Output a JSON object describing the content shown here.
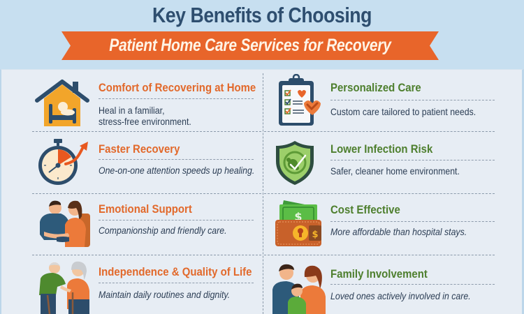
{
  "header": {
    "title": "Key Benefits of Choosing",
    "banner": "Patient Home Care Services for Recovery"
  },
  "colors": {
    "background": "#c7dff0",
    "panel": "#e7edf4",
    "title": "#2e4e6f",
    "banner": "#e8652a",
    "heading_orange": "#e2692b",
    "heading_green": "#4e7f2e",
    "body_text": "#2c3e55"
  },
  "benefits": [
    {
      "heading": "Comfort of Recovering at Home",
      "description_line1": "Heal in a familiar,",
      "description_line2": "stress-free environment.",
      "icon": "house-bed-icon",
      "heading_color": "orange"
    },
    {
      "heading": "Personalized Care",
      "description": "Custom care tailored to patient needs.",
      "icon": "clipboard-heart-icon",
      "heading_color": "green"
    },
    {
      "heading": "Faster Recovery",
      "description": "One-on-one attention speeds up healing.",
      "icon": "stopwatch-arrow-icon",
      "heading_color": "orange"
    },
    {
      "heading": "Lower Infection Risk",
      "description": "Safer, cleaner home environment.",
      "icon": "shield-germ-icon",
      "heading_color": "green"
    },
    {
      "heading": "Emotional Support",
      "description": "Companionship and friendly care.",
      "icon": "caregiver-patient-icon",
      "heading_color": "orange"
    },
    {
      "heading": "Cost Effective",
      "description": "More affordable than hospital stays.",
      "icon": "wallet-money-icon",
      "heading_color": "green"
    },
    {
      "heading": "Independence & Quality of Life",
      "description": "Maintain daily routines and dignity.",
      "icon": "elderly-couple-icon",
      "heading_color": "orange"
    },
    {
      "heading": "Family Involvement",
      "description": "Loved ones actively involved in care.",
      "icon": "family-icon",
      "heading_color": "green"
    }
  ]
}
